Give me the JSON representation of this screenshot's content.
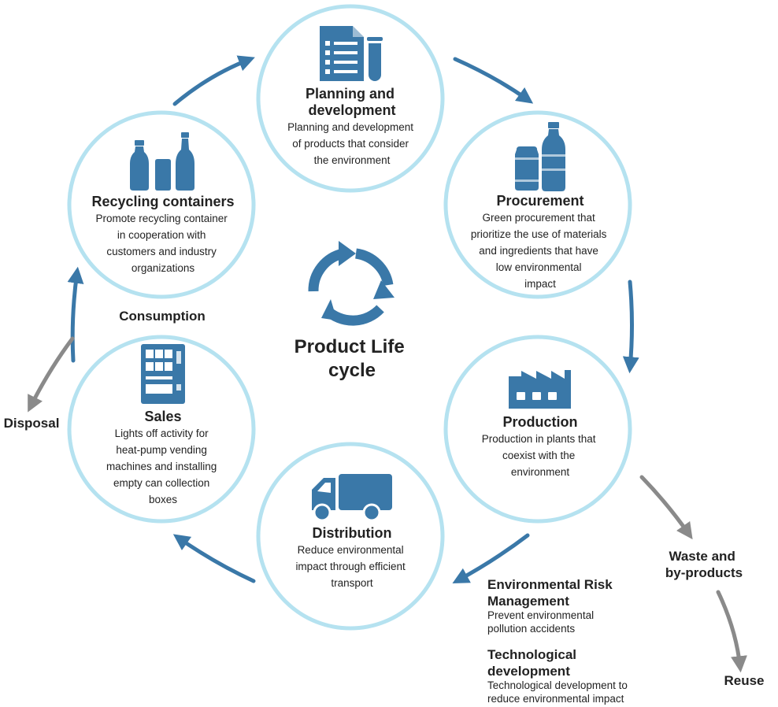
{
  "center": {
    "title_line1": "Product Life",
    "title_line2": "cycle"
  },
  "stages": {
    "planning": {
      "title_lines": [
        "Planning and",
        "development"
      ],
      "desc_lines": [
        "Planning and development",
        "of products that consider",
        "the environment"
      ]
    },
    "procurement": {
      "title_lines": [
        "Procurement"
      ],
      "desc_lines": [
        "Green procurement that",
        "prioritize the use of materials",
        "and ingredients that have",
        "low environmental",
        "impact"
      ]
    },
    "production": {
      "title_lines": [
        "Production"
      ],
      "desc_lines": [
        "Production in plants that",
        "coexist with the",
        "environment"
      ]
    },
    "distribution": {
      "title_lines": [
        "Distribution"
      ],
      "desc_lines": [
        "Reduce environmental",
        "impact through efficient",
        "transport"
      ]
    },
    "sales": {
      "title_lines": [
        "Sales"
      ],
      "desc_lines": [
        "Lights off activity for",
        "heat-pump vending",
        "machines and installing",
        "empty can collection",
        "boxes"
      ]
    },
    "recycling": {
      "title_lines": [
        "Recycling containers"
      ],
      "desc_lines": [
        "Promote recycling container",
        "in cooperation with",
        "customers and industry",
        "organizations"
      ]
    }
  },
  "labels": {
    "consumption": "Consumption",
    "disposal": "Disposal",
    "waste_line1": "Waste and",
    "waste_line2": "by-products",
    "reuse": "Reuse"
  },
  "side_notes": {
    "risk": {
      "title_lines": [
        "Environmental Risk",
        "Management"
      ],
      "desc_lines": [
        "Prevent environmental",
        "pollution accidents"
      ]
    },
    "tech": {
      "title_lines": [
        "Technological",
        "development"
      ],
      "desc_lines": [
        "Technological development to",
        "reduce environmental impact"
      ]
    }
  },
  "colors": {
    "circle_border": "#b5e2f0",
    "icon_blue": "#3a78a8",
    "arrow_gray": "#8a8a8a"
  }
}
